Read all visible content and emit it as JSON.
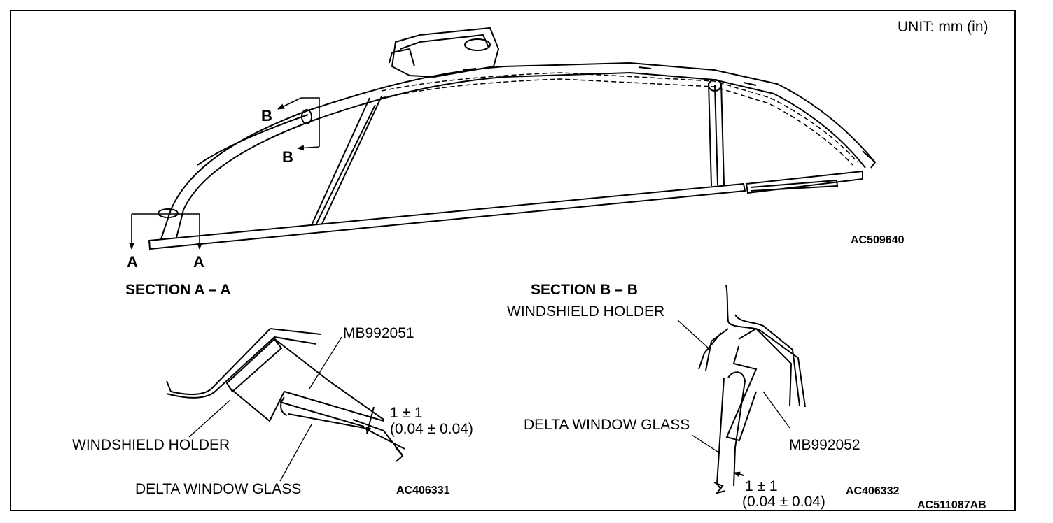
{
  "unit_label": "UNIT: mm (in)",
  "codes": {
    "top": "AC509640",
    "section_a": "AC406331",
    "section_b": "AC406332",
    "overall": "AC511087AB"
  },
  "section_markers": {
    "a_left": "A",
    "a_right": "A",
    "b_upper": "B",
    "b_lower": "B"
  },
  "section_a": {
    "title": "SECTION A – A",
    "tool": "MB992051",
    "holder": "WINDSHIELD HOLDER",
    "glass": "DELTA WINDOW GLASS",
    "gap_mm": "1 ± 1",
    "gap_in": "(0.04 ± 0.04)"
  },
  "section_b": {
    "title": "SECTION B – B",
    "holder": "WINDSHIELD HOLDER",
    "glass": "DELTA WINDOW GLASS",
    "tool": "MB992052",
    "gap_mm": "1 ± 1",
    "gap_in": "(0.04 ± 0.04)"
  }
}
